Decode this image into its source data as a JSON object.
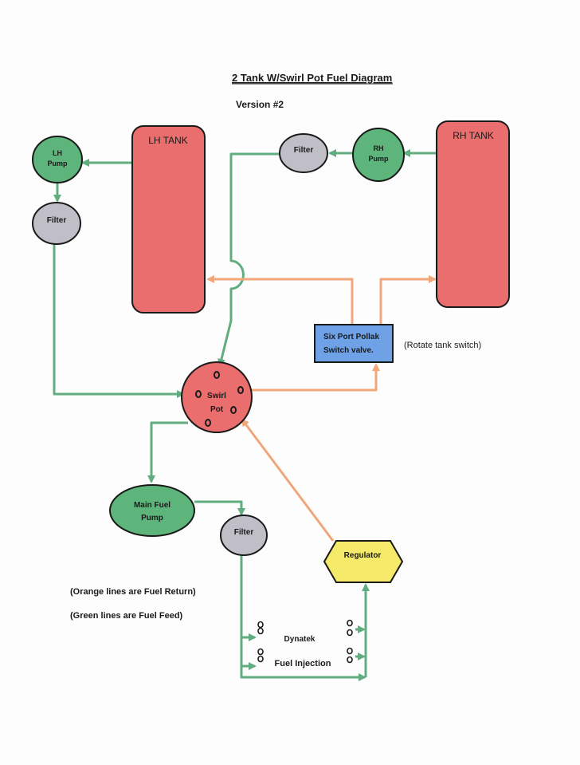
{
  "title": "2 Tank W/Swirl Pot Fuel Diagram",
  "version": "Version #2",
  "lh_tank": "LH TANK",
  "rh_tank": "RH TANK",
  "lh_pump": [
    "LH",
    "Pump"
  ],
  "rh_pump": [
    "RH",
    "Pump"
  ],
  "filter_label": "Filter",
  "valve": [
    "Six Port Pollak",
    "Switch valve."
  ],
  "valve_note": "(Rotate tank switch)",
  "swirl_pot": [
    "Swirl",
    "Pot"
  ],
  "main_pump": [
    "Main Fuel",
    "Pump"
  ],
  "regulator": "Regulator",
  "legend": [
    "(Orange lines are Fuel Return)",
    "(Green lines are Fuel Feed)"
  ],
  "injection": [
    "Dynatek",
    "Fuel Injection"
  ],
  "colors": {
    "feed": "#62ad80",
    "return": "#f2a77b",
    "tank": "#ea6e6e",
    "pump": "#5db57b",
    "filter": "#c0bec7",
    "valve": "#6fa1e6",
    "regulator": "#f5ea6a"
  }
}
